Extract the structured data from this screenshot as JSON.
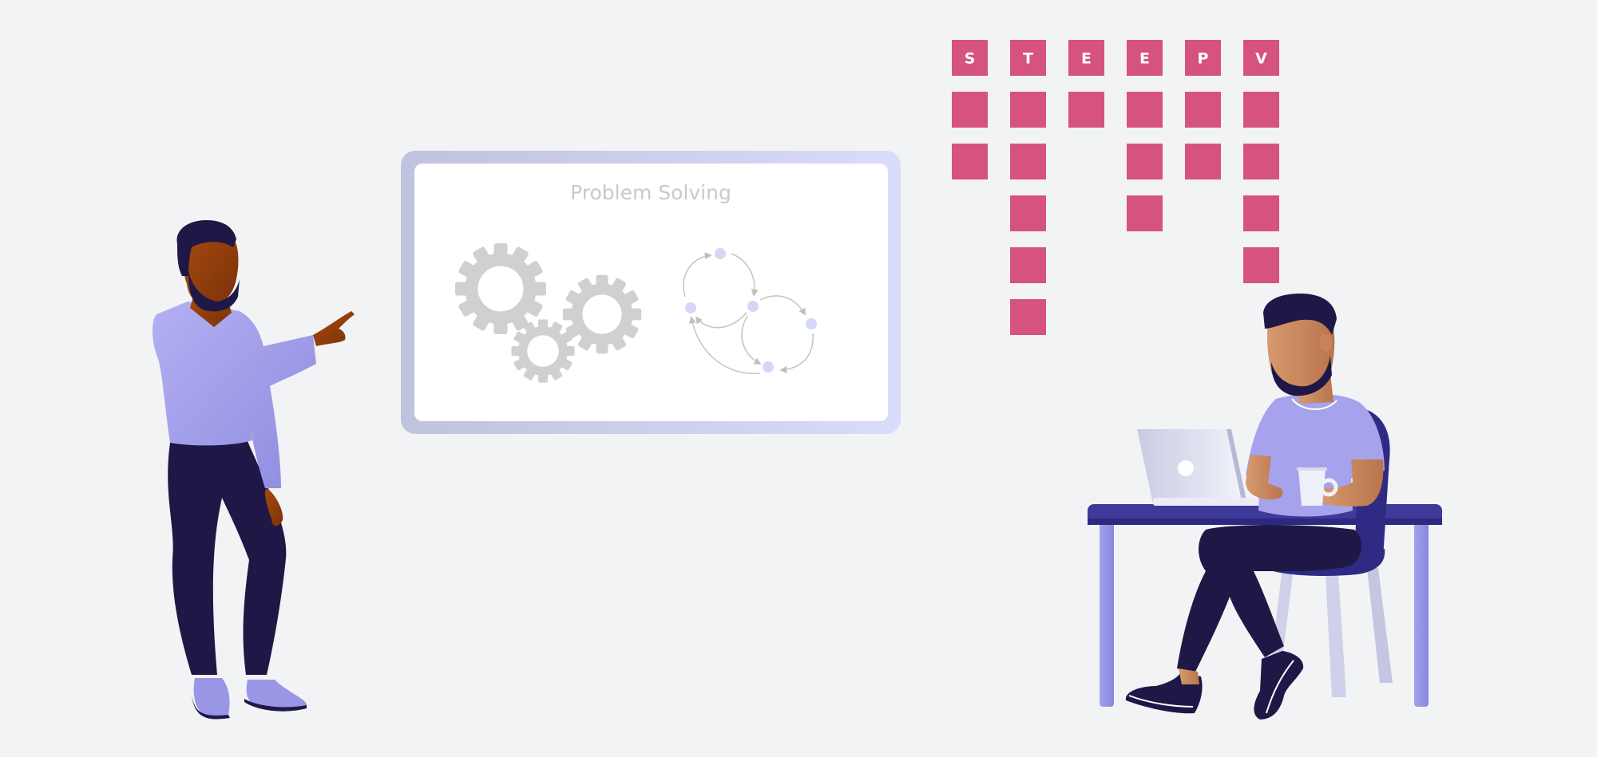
{
  "board": {
    "title": "Problem Solving"
  },
  "colors": {
    "background": "#f2f3f5",
    "accent_pink": "#d6527f",
    "shirt_lavender": "#a6a3ec",
    "pants_navy": "#1f1846",
    "desk_indigo": "#3f3a9a",
    "gear_gray": "#d0d0d0",
    "node_lavender": "#d4d7f7"
  },
  "steps": [
    {
      "letter": "S",
      "tiles": 3
    },
    {
      "letter": "T",
      "tiles": 6
    },
    {
      "letter": "E",
      "tiles": 2
    },
    {
      "letter": "E",
      "tiles": 4
    },
    {
      "letter": "P",
      "tiles": 3
    },
    {
      "letter": "V",
      "tiles": 5
    }
  ],
  "icons": {
    "gears": "gears-icon",
    "cycle": "cycle-diagram-icon"
  }
}
